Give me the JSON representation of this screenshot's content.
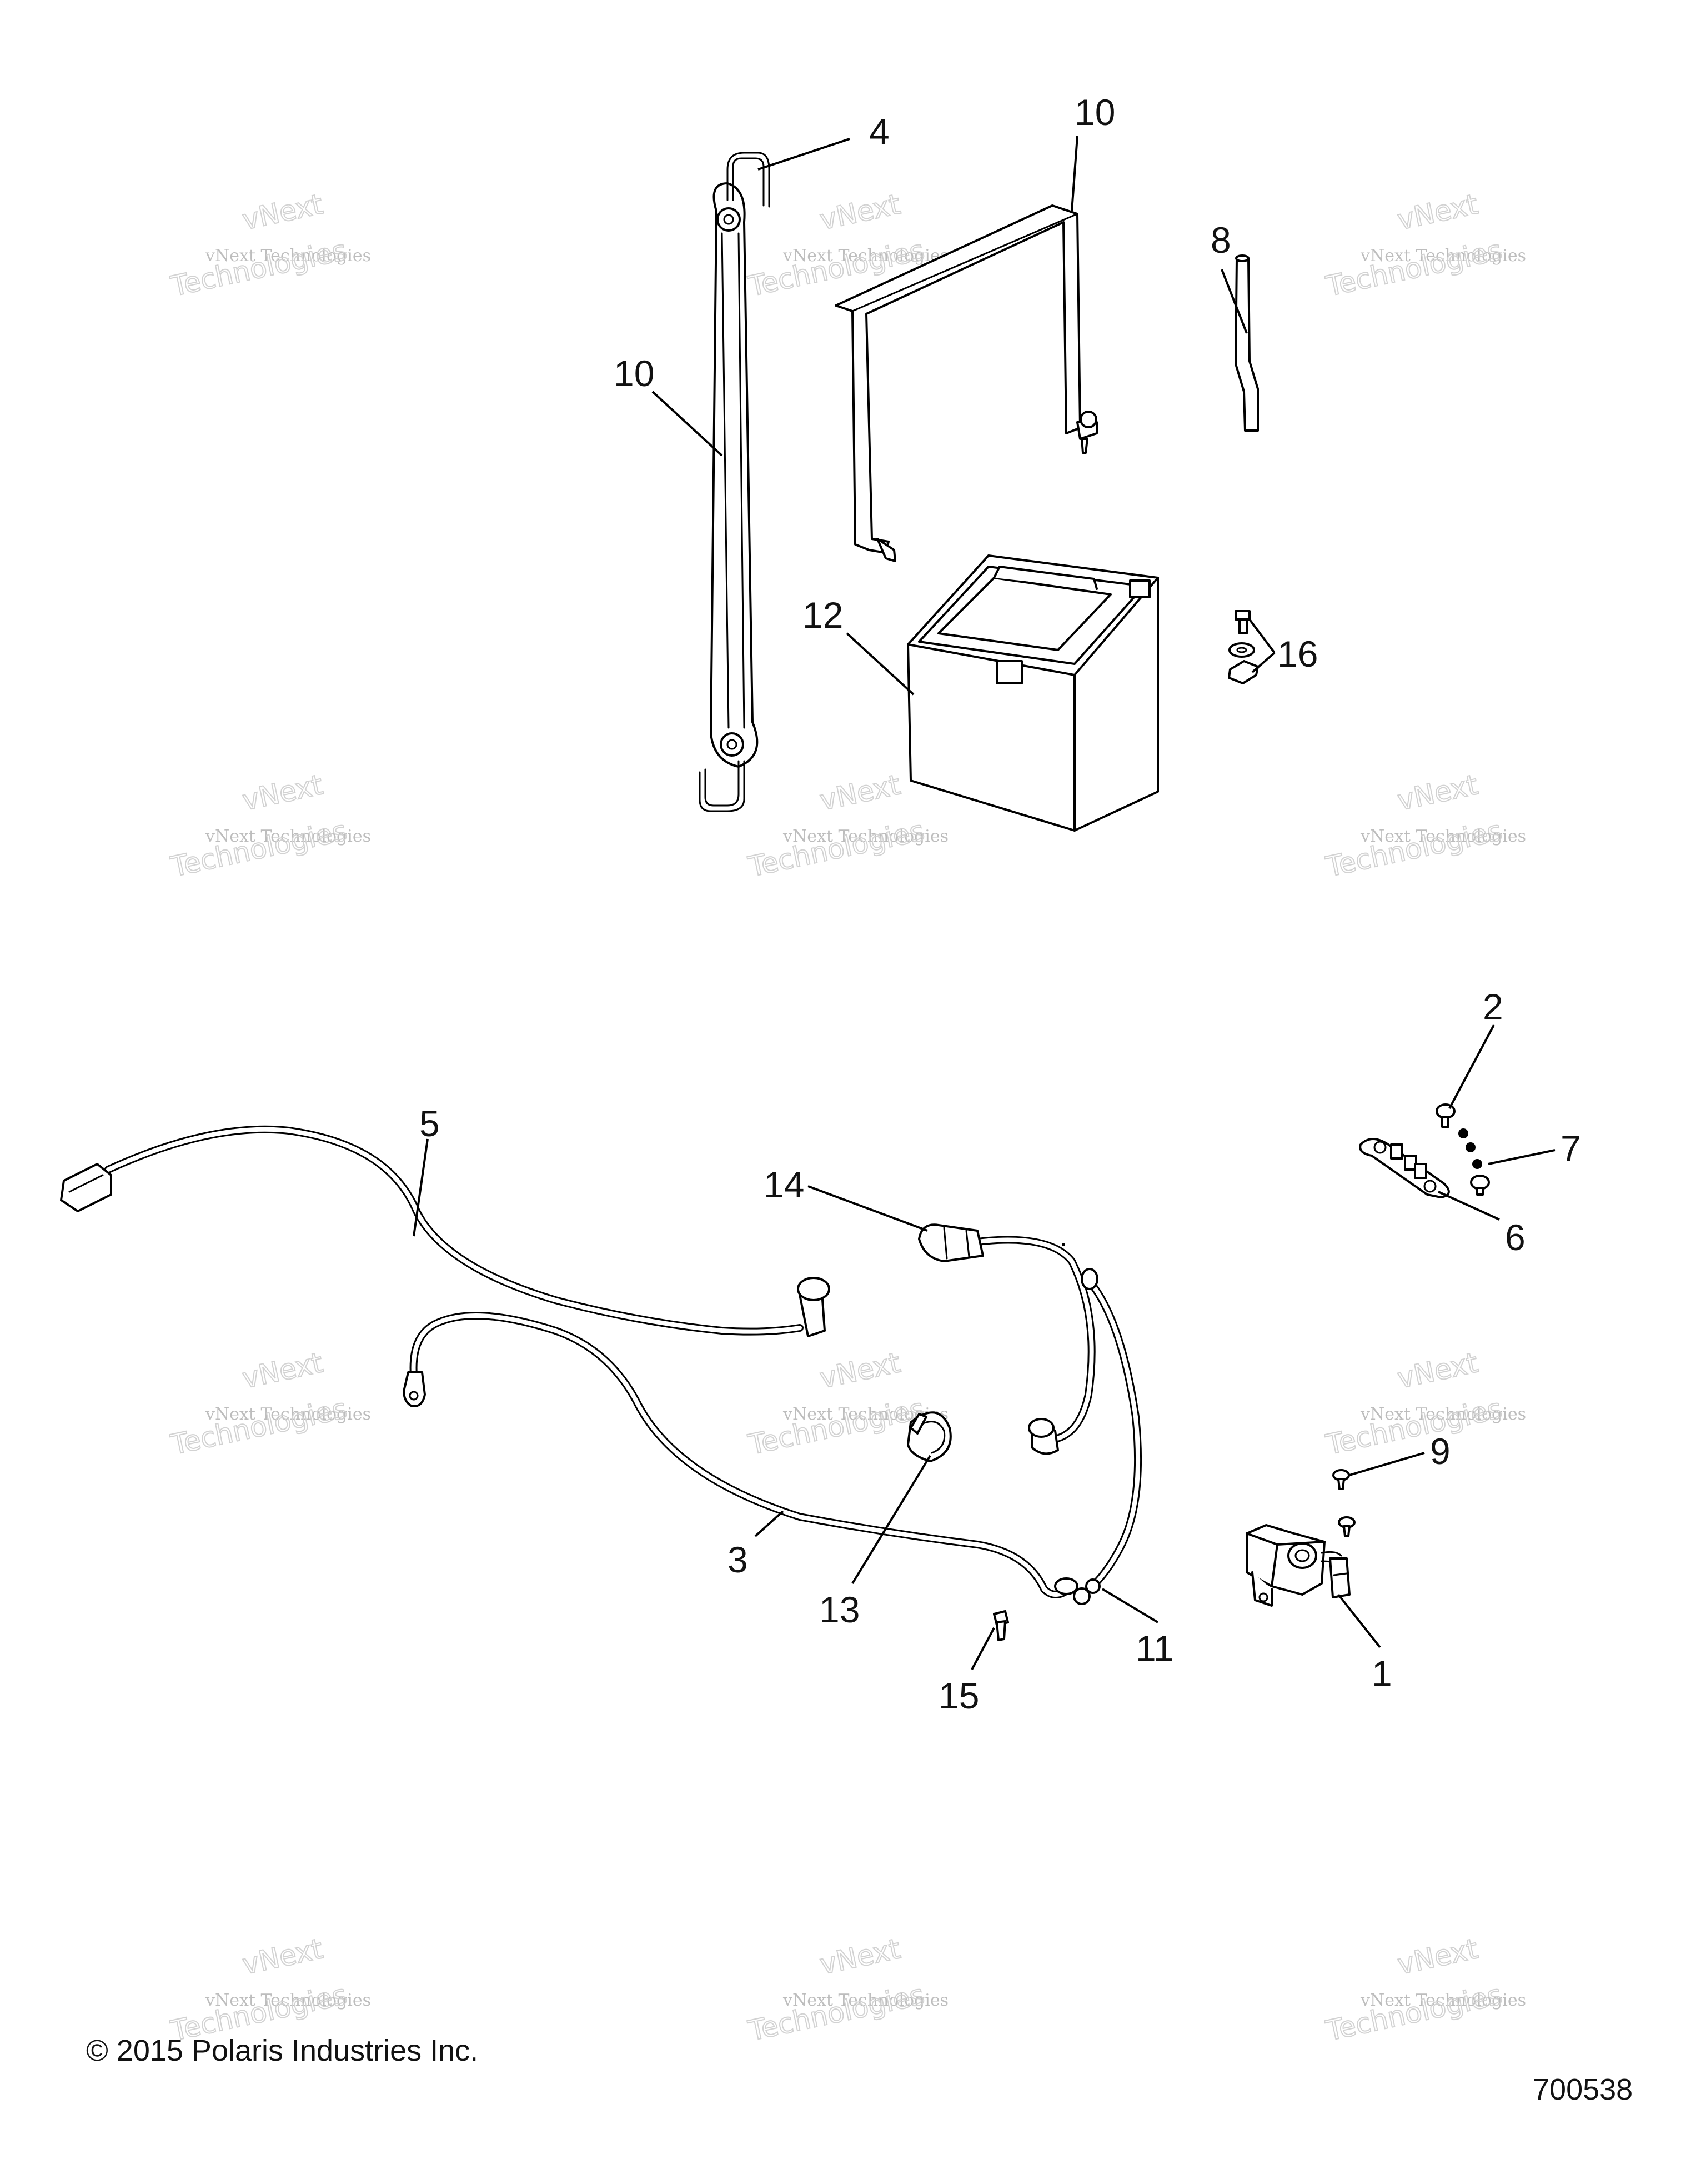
{
  "diagram": {
    "callouts": [
      {
        "id": "c4",
        "label": "4"
      },
      {
        "id": "c10a",
        "label": "10"
      },
      {
        "id": "c10b",
        "label": "10"
      },
      {
        "id": "c8",
        "label": "8"
      },
      {
        "id": "c12",
        "label": "12"
      },
      {
        "id": "c16",
        "label": "16"
      },
      {
        "id": "c2",
        "label": "2"
      },
      {
        "id": "c7",
        "label": "7"
      },
      {
        "id": "c6",
        "label": "6"
      },
      {
        "id": "c5",
        "label": "5"
      },
      {
        "id": "c14",
        "label": "14"
      },
      {
        "id": "c9",
        "label": "9"
      },
      {
        "id": "c3",
        "label": "3"
      },
      {
        "id": "c13",
        "label": "13"
      },
      {
        "id": "c11",
        "label": "11"
      },
      {
        "id": "c1",
        "label": "1"
      },
      {
        "id": "c15",
        "label": "15"
      }
    ],
    "watermark": {
      "line1": "vNext",
      "line2": "vNext Technologies",
      "line3": "Technologies"
    }
  },
  "footer": {
    "copyright": "© 2015 Polaris Industries Inc.",
    "figure_number": "700538"
  }
}
